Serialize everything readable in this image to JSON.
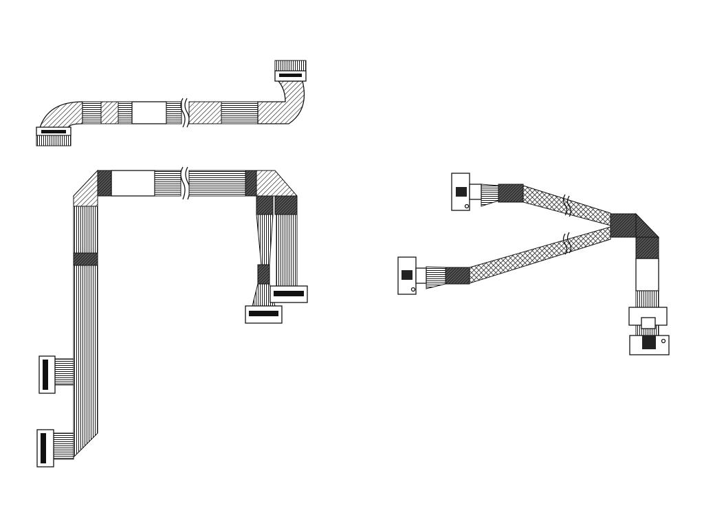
{
  "diagram": {
    "background": "#ffffff",
    "line_color": "#111111",
    "dark_fill": "#3a3a3a",
    "cables": [
      {
        "id": "power-cable",
        "connectors": 2,
        "has_break_mark": true
      },
      {
        "id": "ribbon-cable-multi",
        "connectors": 4,
        "has_break_mark": true
      },
      {
        "id": "y-split-sleeved-cable",
        "connectors": 3,
        "has_break_mark": true
      }
    ]
  }
}
